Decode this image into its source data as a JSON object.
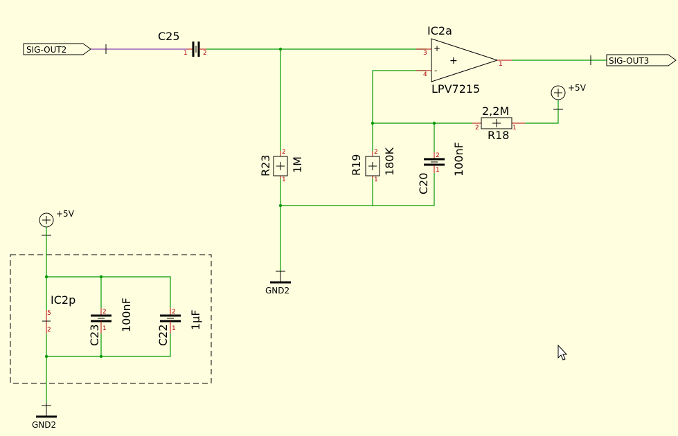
{
  "colors": {
    "background": "#ffffe0",
    "wire": "#009900",
    "pin": "#b00000",
    "signal": "#8a3fb0",
    "symbol": "#000000"
  },
  "nets": {
    "sig_out2": "SIG-OUT2",
    "sig_out3": "SIG-OUT3",
    "gnd_a": "GND2",
    "gnd_b": "GND2",
    "vcc_a": "+5V",
    "vcc_b": "+5V"
  },
  "opamp": {
    "ref": "IC2a",
    "value": "LPV7215",
    "pin_in_plus": "3",
    "pin_in_minus": "4",
    "pin_out": "1",
    "sign_plus": "+",
    "sign_minus": "-",
    "body_mark": "+"
  },
  "opamp_power": {
    "ref": "IC2p",
    "pin_top": "5",
    "pin_bottom": "2"
  },
  "components": {
    "c25": {
      "ref": "C25",
      "pin1": "1",
      "pin2": "2"
    },
    "r23": {
      "ref": "R23",
      "value": "1M",
      "pin1": "1",
      "pin2": "2"
    },
    "r19": {
      "ref": "R19",
      "value": "180K",
      "pin1": "1",
      "pin2": "2"
    },
    "c20": {
      "ref": "C20",
      "value": "100nF",
      "pin1": "1",
      "pin2": "2"
    },
    "r18": {
      "ref": "R18",
      "value": "2,2M",
      "pin1": "1",
      "pin2": "2"
    },
    "c23": {
      "ref": "C23",
      "value": "100nF",
      "pin1": "1",
      "pin2": "2"
    },
    "c22": {
      "ref": "C22",
      "value": "1µF",
      "pin1": "1",
      "pin2": "2"
    }
  },
  "cursor_icon": "arrow-pointer-icon"
}
